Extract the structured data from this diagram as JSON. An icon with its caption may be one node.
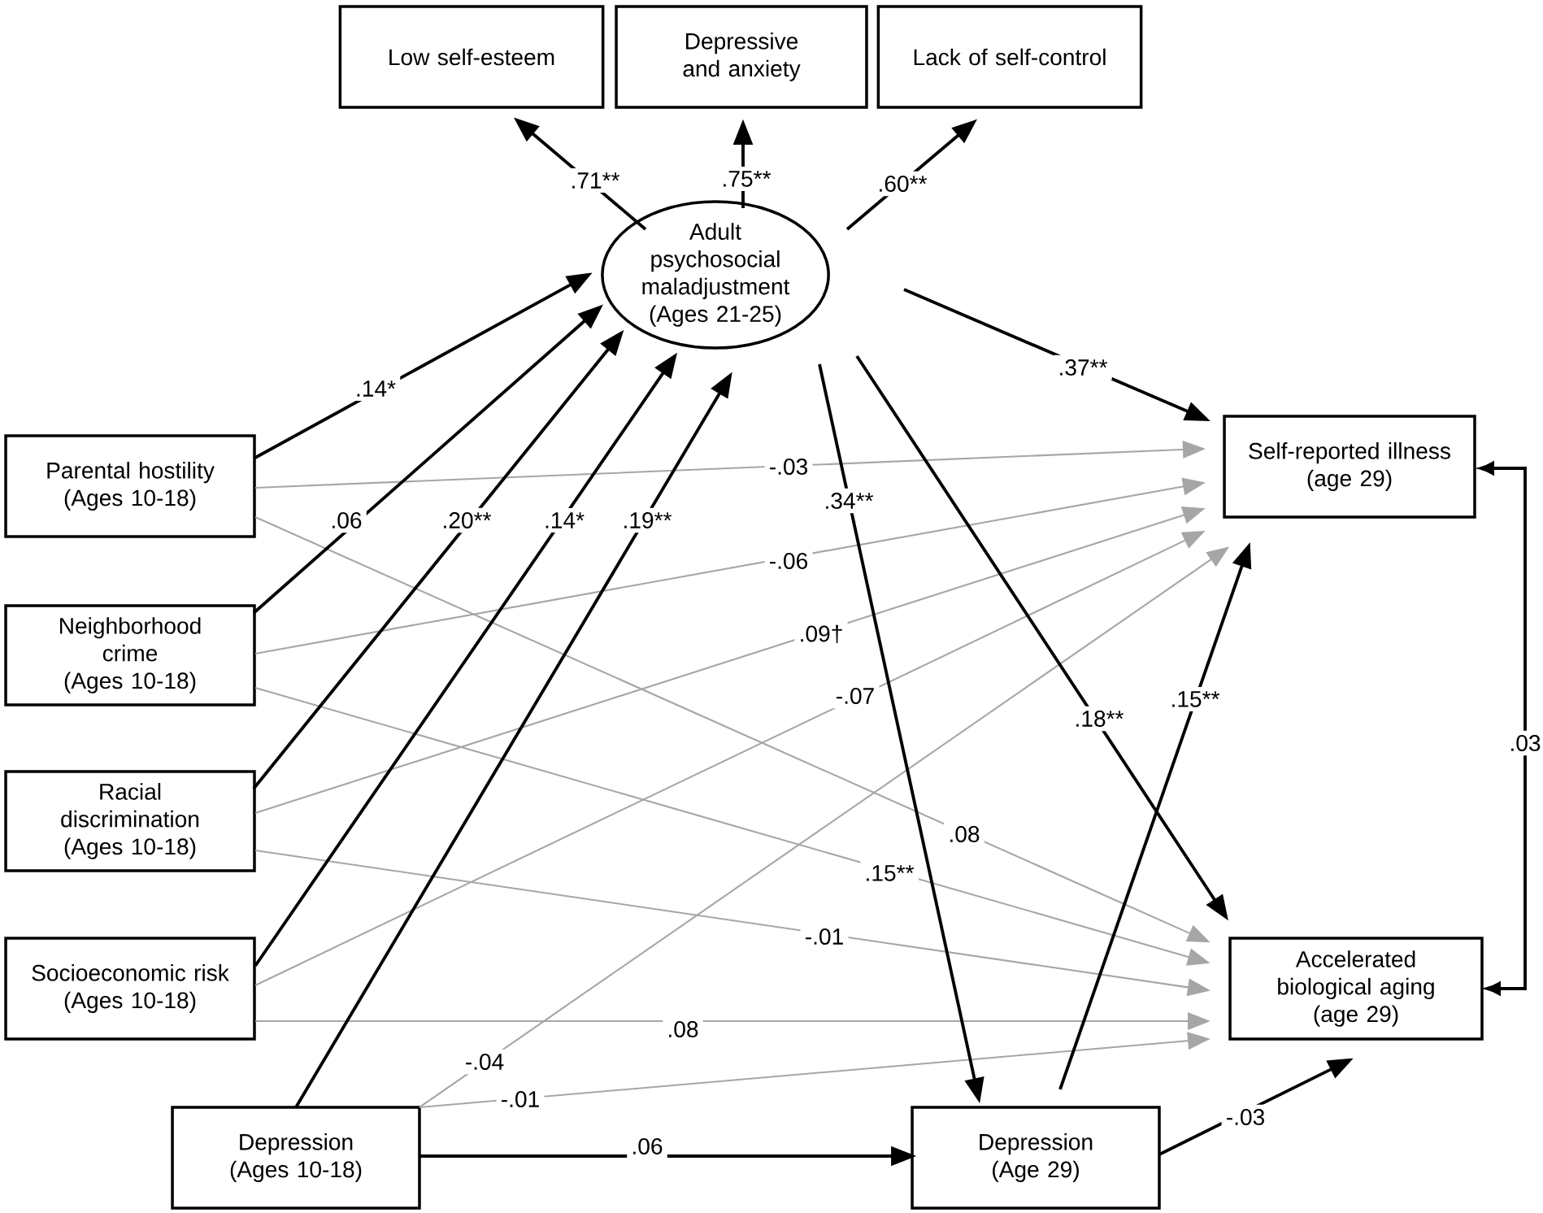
{
  "diagram": {
    "nodes": [
      {
        "text": [
          "Low self-esteem"
        ]
      },
      {
        "text": [
          "Depressive and anxiety"
        ]
      },
      {
        "text": [
          "Lack of self-control"
        ]
      },
      {
        "text": [
          "Adult psychosocial maladjustment",
          "(Ages 21-25)"
        ]
      },
      {
        "text": [
          "Parental hostility",
          "(Ages 10-18)"
        ]
      },
      {
        "text": [
          "Neighborhood crime",
          "(Ages 10-18)"
        ]
      },
      {
        "text": [
          "Racial discrimination",
          "(Ages 10-18)"
        ]
      },
      {
        "text": [
          "Socioeconomic risk",
          "(Ages 10-18)"
        ]
      },
      {
        "text": [
          "Depression",
          "(Ages 10-18)"
        ]
      },
      {
        "text": [
          "Self-reported illness",
          "(age 29)"
        ]
      },
      {
        "text": [
          "Accelerated biological aging",
          "(age 29)"
        ]
      },
      {
        "text": [
          "Depression",
          "(Age 29)"
        ]
      }
    ],
    "edges": [
      {
        "from": 3,
        "to": 0,
        "arrow": "to",
        "label": ".71**"
      },
      {
        "from": 3,
        "to": 1,
        "arrow": "to",
        "label": ".75**"
      },
      {
        "from": 3,
        "to": 2,
        "arrow": "to",
        "label": ".60**"
      },
      {
        "from": 4,
        "to": 3,
        "arrow": "to",
        "label": ".14*"
      },
      {
        "from": 5,
        "to": 3,
        "arrow": "to",
        "label": ".06"
      },
      {
        "from": 6,
        "to": 3,
        "arrow": "to",
        "label": ".20**"
      },
      {
        "from": 7,
        "to": 3,
        "arrow": "to",
        "label": ".14*"
      },
      {
        "from": 8,
        "to": 3,
        "arrow": "to",
        "label": ".19**"
      },
      {
        "from": 3,
        "to": 9,
        "arrow": "to",
        "label": ".37**"
      },
      {
        "from": 3,
        "to": 11,
        "arrow": "to",
        "label": ".34**"
      },
      {
        "from": 3,
        "to": 10,
        "arrow": "to",
        "label": ".18**"
      },
      {
        "from": 4,
        "to": 9,
        "arrow": "to",
        "label": "-.03",
        "color": "#a6a6a6"
      },
      {
        "from": 5,
        "to": 9,
        "arrow": "to",
        "label": "-.06",
        "color": "#a6a6a6"
      },
      {
        "from": 6,
        "to": 9,
        "arrow": "to",
        "label": ".09†",
        "color": "#a6a6a6"
      },
      {
        "from": 7,
        "to": 9,
        "arrow": "to",
        "label": "-.07",
        "color": "#a6a6a6"
      },
      {
        "from": 8,
        "to": 9,
        "arrow": "to",
        "label": "-.04",
        "color": "#a6a6a6"
      },
      {
        "from": 4,
        "to": 10,
        "arrow": "to",
        "label": ".08",
        "color": "#a6a6a6"
      },
      {
        "from": 5,
        "to": 10,
        "arrow": "to",
        "label": ".15**",
        "color": "#a6a6a6"
      },
      {
        "from": 6,
        "to": 10,
        "arrow": "to",
        "label": "-.01",
        "color": "#a6a6a6"
      },
      {
        "from": 7,
        "to": 10,
        "arrow": "to",
        "label": ".08",
        "color": "#a6a6a6"
      },
      {
        "from": 8,
        "to": 10,
        "arrow": "to",
        "label": "-.01",
        "color": "#a6a6a6"
      },
      {
        "from": 8,
        "to": 11,
        "arrow": "to",
        "label": ".06"
      },
      {
        "from": 11,
        "to": 9,
        "arrow": "to",
        "label": ".15**"
      },
      {
        "from": 11,
        "to": 10,
        "arrow": "to",
        "label": "-.03"
      },
      {
        "from": 9,
        "to": 10,
        "arrow": "both",
        "label": ".03"
      }
    ]
  }
}
